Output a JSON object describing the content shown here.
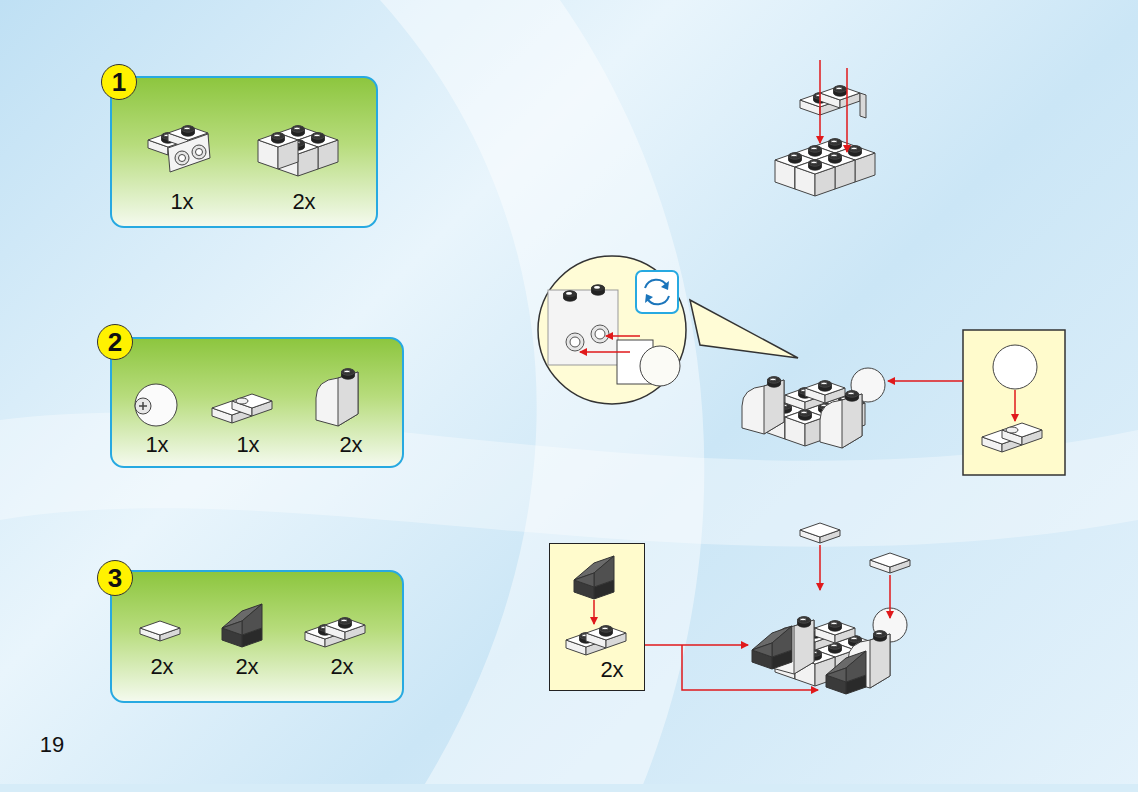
{
  "diagram": {
    "nodes": [
      {
        "text": [
          "1",
          "1x",
          "2x"
        ]
      },
      {
        "text": [
          "2",
          "1x",
          "1x",
          "2x"
        ]
      },
      {
        "text": [
          "3",
          "2x",
          "2x",
          "2x"
        ]
      },
      {
        "text": [
          "2x"
        ]
      }
    ],
    "labels": [
      "19"
    ]
  }
}
